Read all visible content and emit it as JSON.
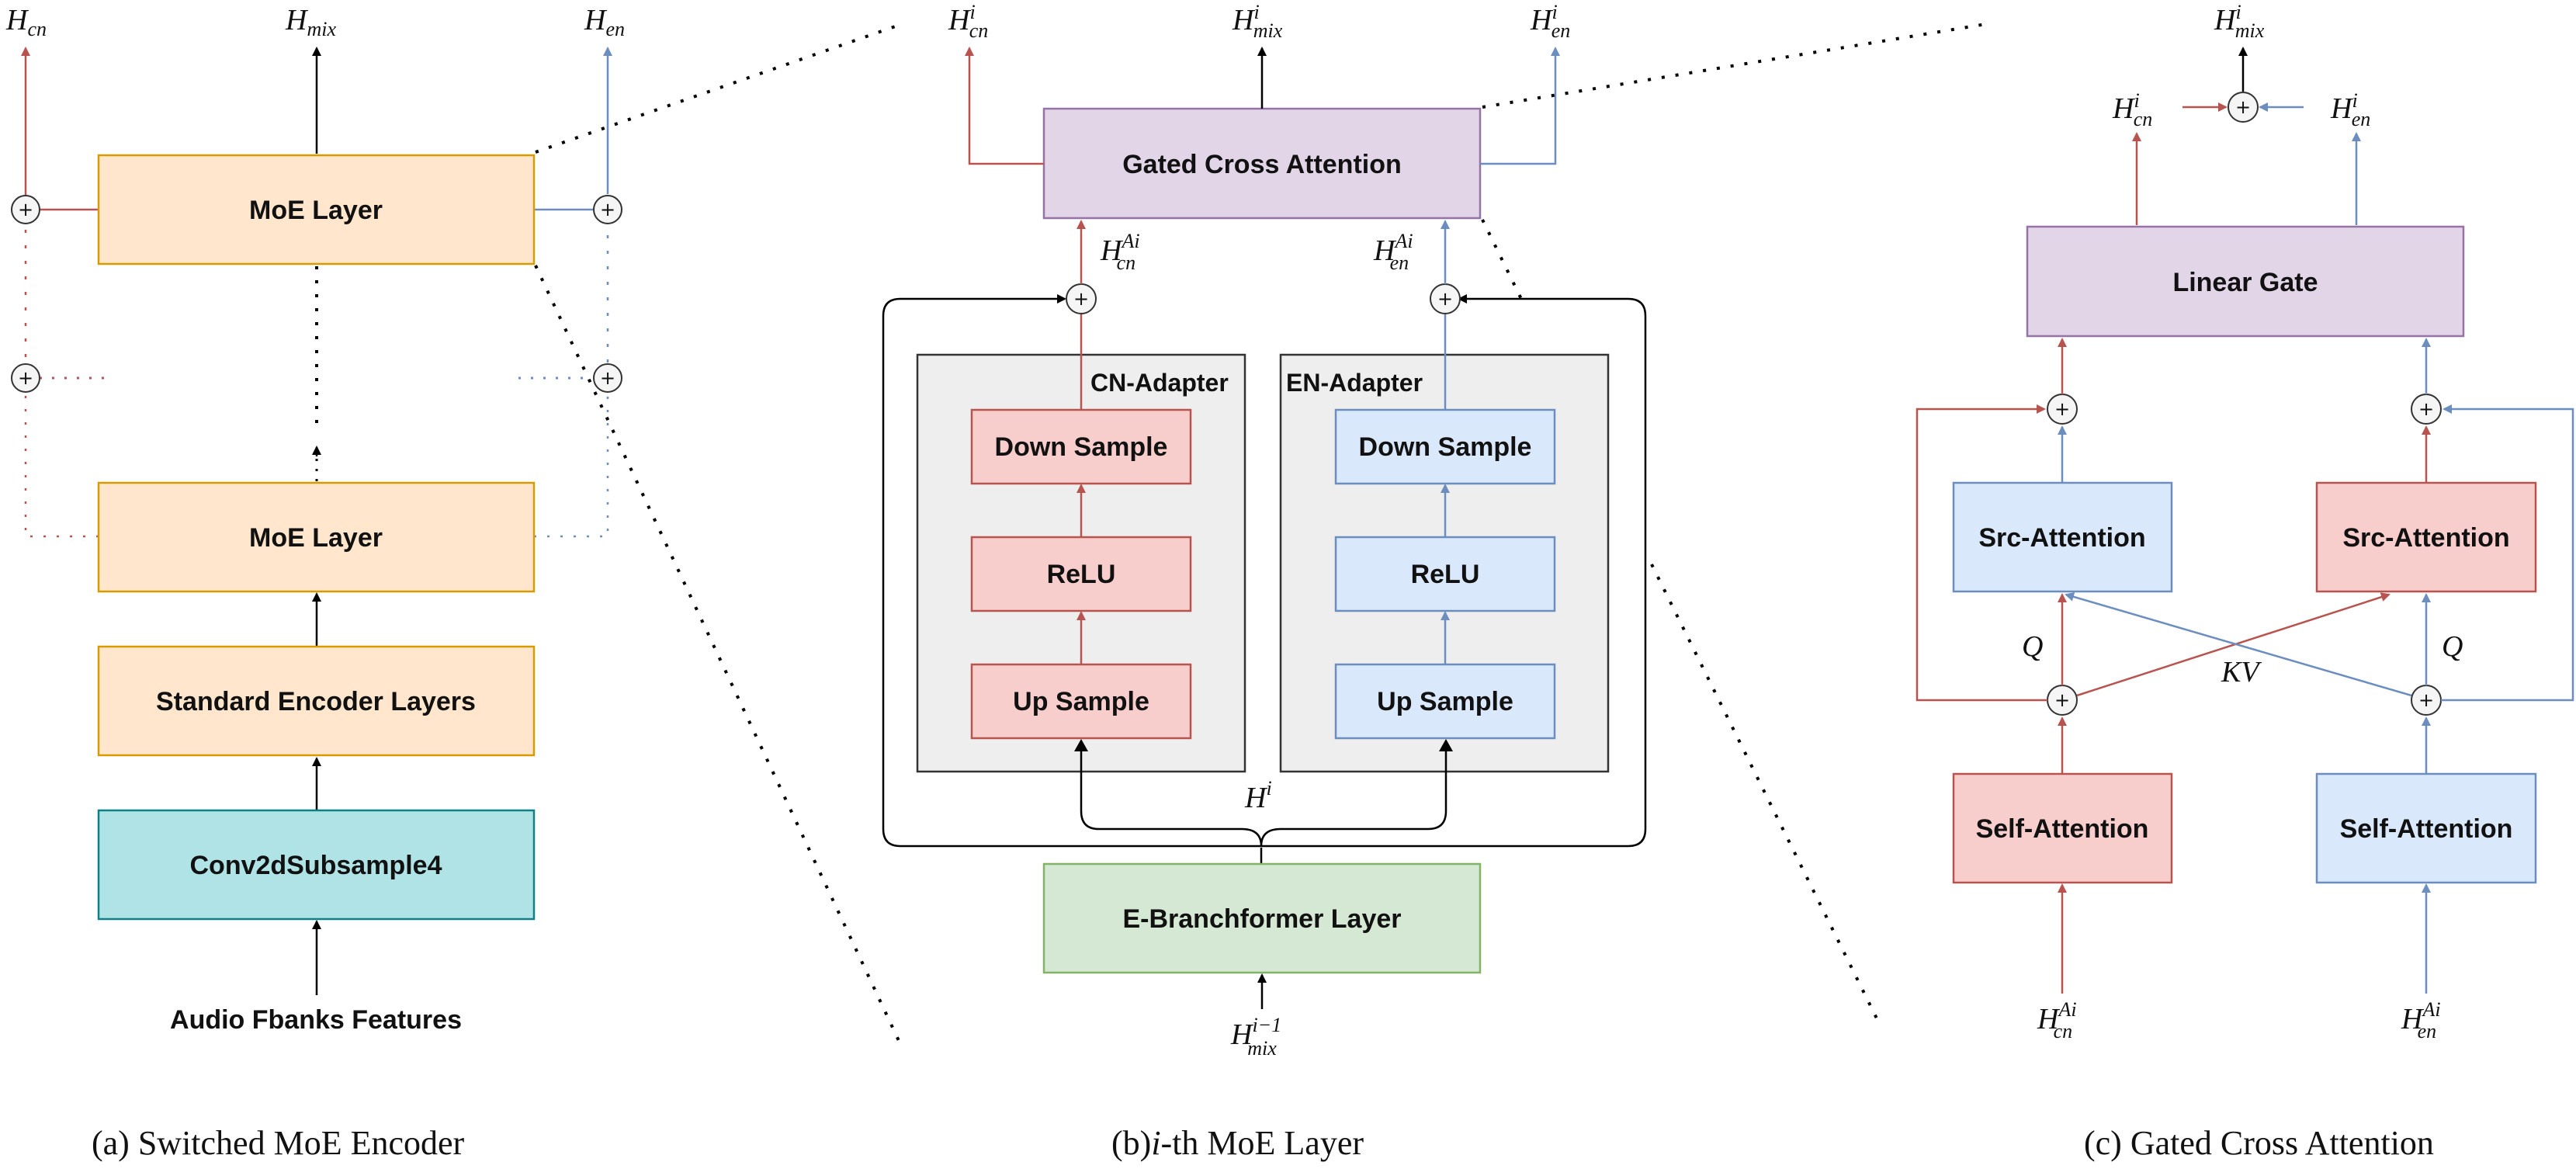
{
  "colors": {
    "red": "#b85450",
    "blue": "#6c8ebf",
    "black": "#000000",
    "orange_fill": "#ffe6cc",
    "orange_stroke": "#d79b00",
    "teal_fill": "#b0e3e6",
    "teal_stroke": "#0e8088",
    "purple_fill": "#e1d5e7",
    "purple_stroke": "#9673a6",
    "green_fill": "#d5e8d4",
    "green_stroke": "#82b366",
    "red_fill": "#f8cecc",
    "blue_fill": "#dae8fc",
    "gray_fill": "#eeeeee"
  },
  "panel_a": {
    "moe_top": "MoE Layer",
    "moe_bottom": "MoE Layer",
    "standard": "Standard Encoder Layers",
    "conv": "Conv2dSubsample4",
    "input": "Audio Fbanks Features",
    "out_cn": {
      "base": "H",
      "sub": "cn"
    },
    "out_mix": {
      "base": "H",
      "sub": "mix"
    },
    "out_en": {
      "base": "H",
      "sub": "en"
    },
    "caption": "(a) Switched MoE Encoder"
  },
  "panel_b": {
    "gca": "Gated Cross Attention",
    "cn_adapter": "CN-Adapter",
    "en_adapter": "EN-Adapter",
    "down": "Down Sample",
    "relu": "ReLU",
    "up": "Up Sample",
    "ebranch": "E-Branchformer Layer",
    "out_cn": {
      "base": "H",
      "sub": "cn",
      "sup": "i"
    },
    "out_mix": {
      "base": "H",
      "sub": "mix",
      "sup": "i"
    },
    "out_en": {
      "base": "H",
      "sub": "en",
      "sup": "i"
    },
    "ha_cn": {
      "base": "H",
      "sub": "cn",
      "sup": "Ai"
    },
    "ha_en": {
      "base": "H",
      "sub": "en",
      "sup": "Ai"
    },
    "hi": {
      "base": "H",
      "sup": "i"
    },
    "input": {
      "base": "H",
      "sub": "mix",
      "sup": "i−1"
    },
    "caption_prefix": "(b)",
    "caption_italic": "i",
    "caption_rest": "-th MoE Layer"
  },
  "panel_c": {
    "linear_gate": "Linear Gate",
    "src_attn": "Src-Attention",
    "self_attn": "Self-Attention",
    "q": "Q",
    "kv": "KV",
    "out_mix": {
      "base": "H",
      "sub": "mix",
      "sup": "i"
    },
    "out_cn": {
      "base": "H",
      "sub": "cn",
      "sup": "i"
    },
    "out_en": {
      "base": "H",
      "sub": "en",
      "sup": "i"
    },
    "in_cn": {
      "base": "H",
      "sub": "cn",
      "sup": "Ai"
    },
    "in_en": {
      "base": "H",
      "sub": "en",
      "sup": "Ai"
    },
    "caption": "(c) Gated Cross Attention"
  }
}
